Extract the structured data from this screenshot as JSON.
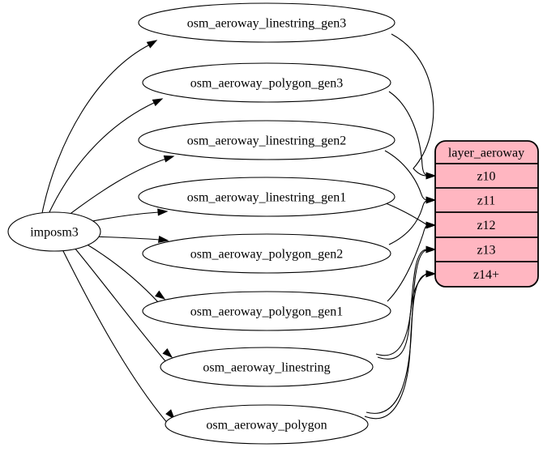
{
  "diagram": {
    "kind": "etl-graph",
    "colors": {
      "background": "#ffffff",
      "table_fill": "#ffffff",
      "layer_fill": "#ffb6c1",
      "stroke": "#000000"
    },
    "source": {
      "label": "imposm3"
    },
    "tables": [
      {
        "label": "osm_aeroway_linestring_gen3"
      },
      {
        "label": "osm_aeroway_polygon_gen3"
      },
      {
        "label": "osm_aeroway_linestring_gen2"
      },
      {
        "label": "osm_aeroway_linestring_gen1"
      },
      {
        "label": "osm_aeroway_polygon_gen2"
      },
      {
        "label": "osm_aeroway_polygon_gen1"
      },
      {
        "label": "osm_aeroway_linestring"
      },
      {
        "label": "osm_aeroway_polygon"
      }
    ],
    "layer": {
      "header": "layer_aeroway",
      "rows": [
        {
          "label": "z10"
        },
        {
          "label": "z11"
        },
        {
          "label": "z12"
        },
        {
          "label": "z13"
        },
        {
          "label": "z14+"
        }
      ]
    },
    "edges": [
      {
        "from": "imposm3",
        "to": "osm_aeroway_linestring_gen3"
      },
      {
        "from": "imposm3",
        "to": "osm_aeroway_polygon_gen3"
      },
      {
        "from": "imposm3",
        "to": "osm_aeroway_linestring_gen2"
      },
      {
        "from": "imposm3",
        "to": "osm_aeroway_linestring_gen1"
      },
      {
        "from": "imposm3",
        "to": "osm_aeroway_polygon_gen2"
      },
      {
        "from": "imposm3",
        "to": "osm_aeroway_polygon_gen1"
      },
      {
        "from": "imposm3",
        "to": "osm_aeroway_linestring"
      },
      {
        "from": "imposm3",
        "to": "osm_aeroway_polygon"
      },
      {
        "from": "osm_aeroway_linestring_gen3",
        "to": "z10"
      },
      {
        "from": "osm_aeroway_polygon_gen3",
        "to": "z10"
      },
      {
        "from": "osm_aeroway_linestring_gen2",
        "to": "z11"
      },
      {
        "from": "osm_aeroway_polygon_gen2",
        "to": "z11"
      },
      {
        "from": "osm_aeroway_linestring_gen1",
        "to": "z12"
      },
      {
        "from": "osm_aeroway_polygon_gen1",
        "to": "z12"
      },
      {
        "from": "osm_aeroway_linestring",
        "to": "z13"
      },
      {
        "from": "osm_aeroway_linestring",
        "to": "z14+"
      },
      {
        "from": "osm_aeroway_polygon",
        "to": "z13"
      },
      {
        "from": "osm_aeroway_polygon",
        "to": "z14+"
      }
    ]
  }
}
